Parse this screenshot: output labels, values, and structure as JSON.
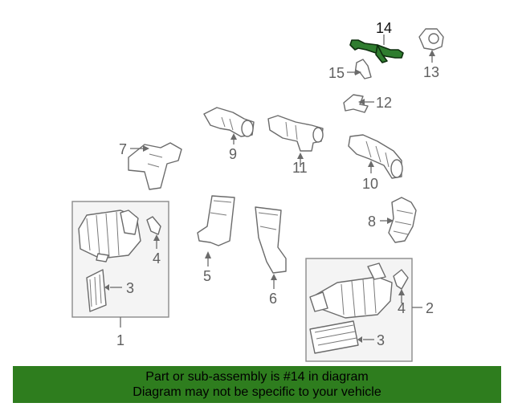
{
  "diagram": {
    "callouts": {
      "c1": "1",
      "c2": "2",
      "c3a": "3",
      "c3b": "3",
      "c4a": "4",
      "c4b": "4",
      "c5": "5",
      "c6": "6",
      "c7": "7",
      "c8": "8",
      "c9": "9",
      "c10": "10",
      "c11": "11",
      "c12": "12",
      "c13": "13",
      "c14": "14",
      "c15": "15"
    },
    "highlight_color": "#2f7d2f",
    "highlighted_part": "14"
  },
  "banner": {
    "line1": "Part or sub-assembly is #14 in diagram",
    "line2": "Diagram may not be specific to your vehicle",
    "background": "#2e7d1e"
  }
}
